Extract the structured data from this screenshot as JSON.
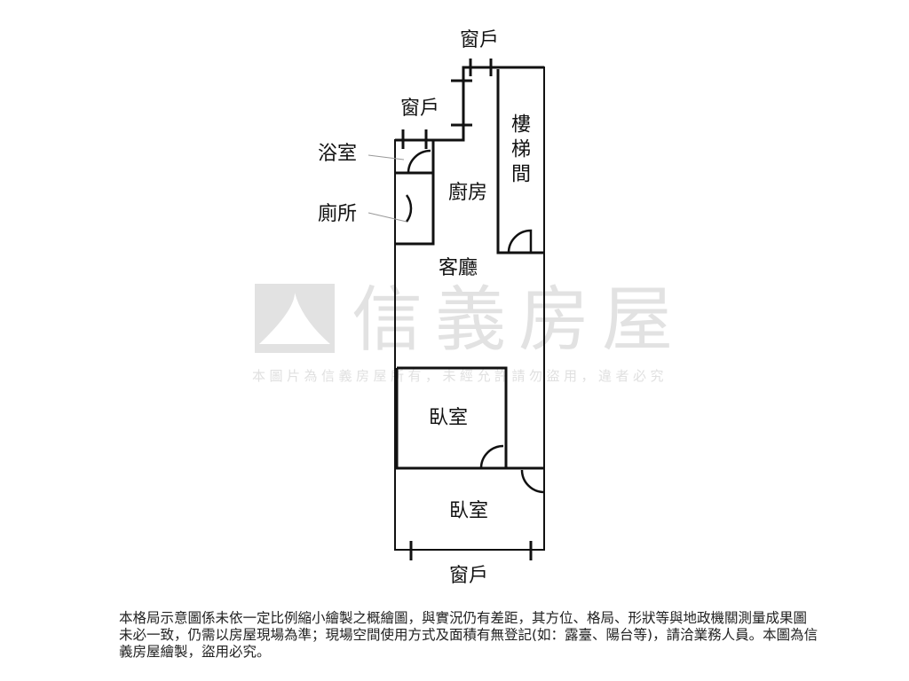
{
  "rooms": {
    "window_top": "窗戶",
    "window_mid": "窗戶",
    "bathroom": "浴室",
    "toilet": "廁所",
    "kitchen": "廚房",
    "stairwell": "樓梯間",
    "living_room": "客廳",
    "bedroom_1": "臥室",
    "bedroom_2": "臥室",
    "window_bottom": "窗戶"
  },
  "watermark": {
    "brand": "信義房屋",
    "notice": "本圖片為信義房屋所有，未經允許請勿盜用，違者必究"
  },
  "disclaimer": "本格局示意圖係未依一定比例縮小繪製之概繪圖，與實況仍有差距，其方位、格局、形狀等與地政機關測量成果圖未必一致，仍需以房屋現場為準；現場空間使用方式及面積有無登記(如：露臺、陽台等)，請洽業務人員。本圖為信義房屋繪製，盜用必究。"
}
